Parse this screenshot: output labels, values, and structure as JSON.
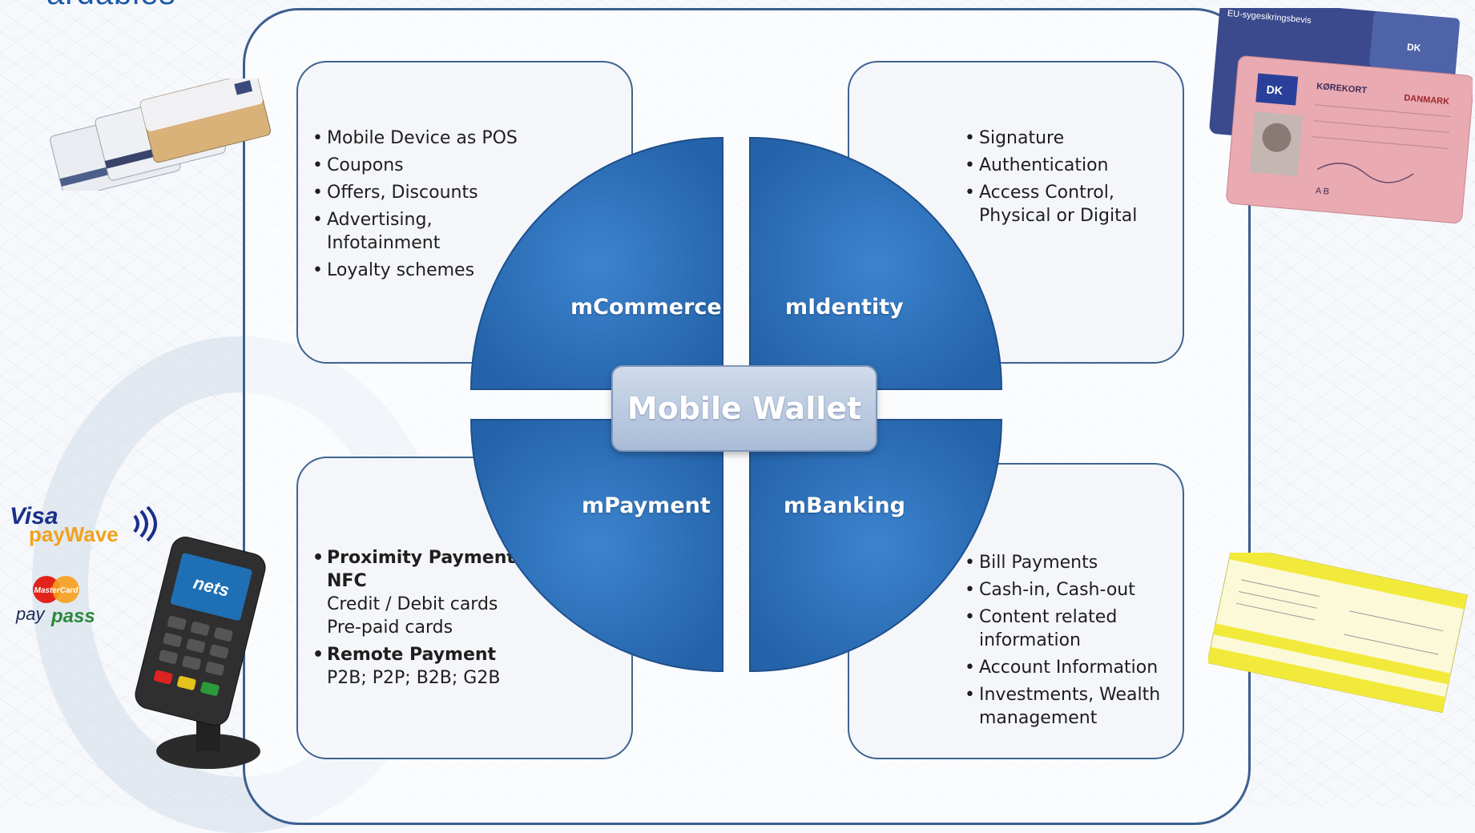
{
  "heading_fragment": "ardables",
  "center_label": "Mobile Wallet",
  "quadrants": {
    "mcommerce": "mCommerce",
    "midentity": "mIdentity",
    "mpayment": "mPayment",
    "mbanking": "mBanking"
  },
  "boxes": {
    "commerce": {
      "items": [
        "Mobile Device as POS",
        "Coupons",
        "Offers, Discounts",
        "Advertising,\nInfotainment",
        "Loyalty schemes"
      ]
    },
    "identity": {
      "items": [
        "Signature",
        "Authentication",
        "Access Control,\nPhysical or Digital"
      ]
    },
    "payment": {
      "item1_title": "Proximity Payment /\nNFC",
      "item1_sub1": "Credit / Debit cards",
      "item1_sub2": "Pre-paid cards",
      "item2_title": "Remote Payment",
      "item2_sub1": "P2B; P2P; B2B; G2B"
    },
    "banking": {
      "items": [
        "Bill Payments",
        "Cash-in, Cash-out",
        "Content related\ninformation",
        "Account Information",
        "Investments, Wealth\nmanagement"
      ]
    }
  },
  "logos": {
    "visa_top": "Visa",
    "visa_bottom": "payWave",
    "mastercard": "MasterCard",
    "paypass_a": "pay",
    "paypass_b": "pass",
    "terminal_brand": "nets"
  },
  "id_cards": {
    "health_card_title": "EU-sygesikringsbevis",
    "health_card_country": "DK",
    "license_country": "DK",
    "license_title": "KØREKORT",
    "license_subtitle": "DANMARK",
    "license_code": "A B"
  },
  "colors": {
    "wheel_blue": "#2f6fb6",
    "wheel_dark": "#1f4f8c",
    "border": "#3c5f8f",
    "yellow_slip": "#f2ea3a"
  }
}
